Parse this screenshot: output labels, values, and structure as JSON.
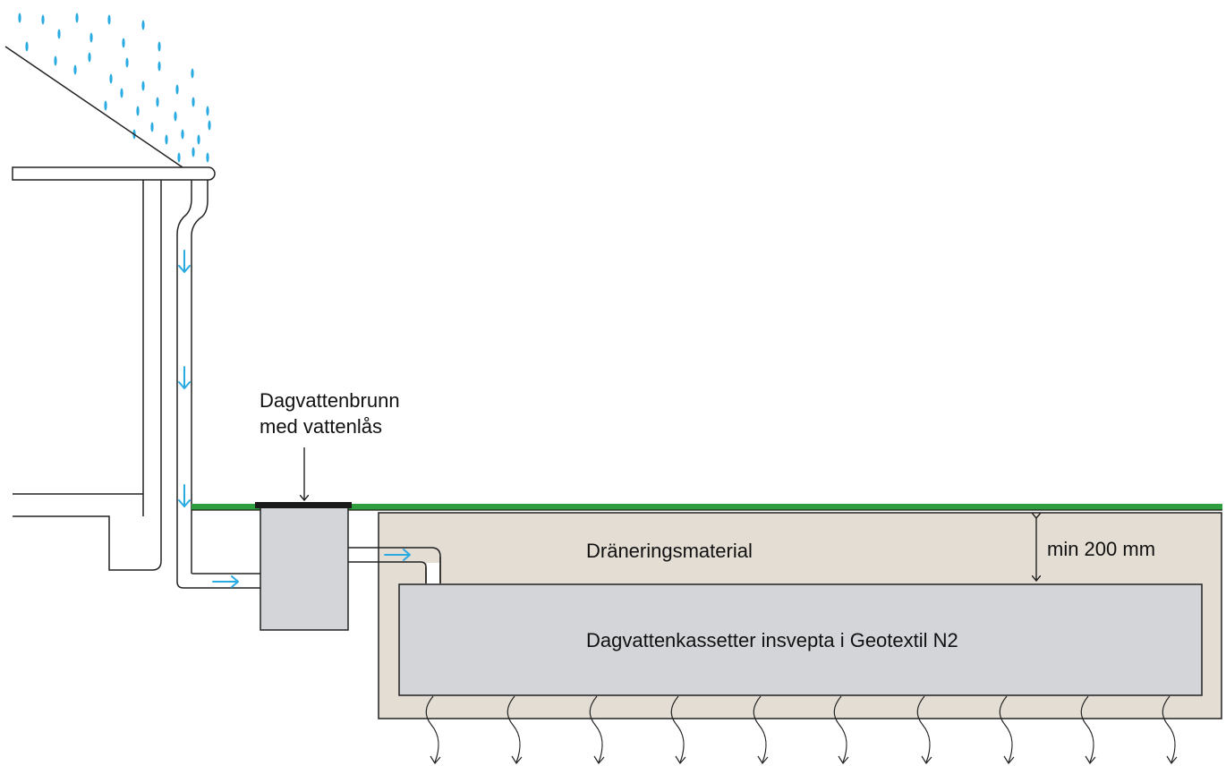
{
  "labels": {
    "brunn_line1": "Dagvattenbrunn",
    "brunn_line2": "med vattenlås",
    "dranering": "Dräneringsmaterial",
    "depth": "min 200 mm",
    "kassetter": "Dagvattenkassetter insvepta i Geotextil N2"
  },
  "colors": {
    "ground": "#2e9e3e",
    "drainage_fill": "#e3ddd3",
    "cassette_fill": "#d3d5d8",
    "well_fill": "#d3d5d8",
    "water": "#29abe2",
    "line": "#222222"
  },
  "icons": {
    "rain": "raindrop-icon",
    "flow_down": "arrow-down-icon",
    "flow_right": "arrow-right-icon",
    "infiltration": "infiltration-arrow-icon"
  }
}
